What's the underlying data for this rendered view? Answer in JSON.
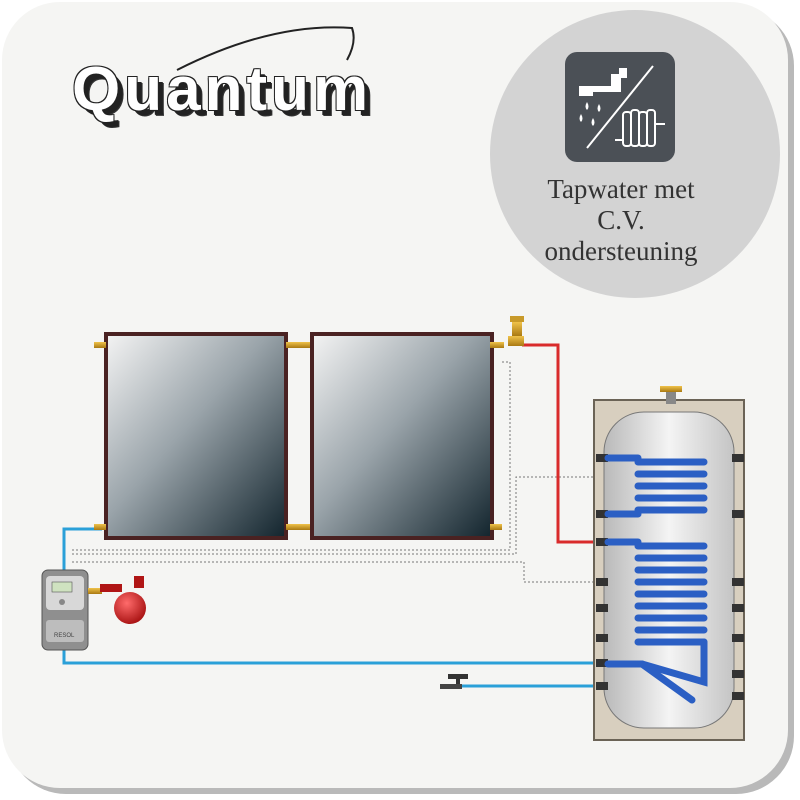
{
  "brand": {
    "name": "Quantum"
  },
  "badge": {
    "icons": [
      "shower-tap-icon",
      "radiator-icon"
    ],
    "lines": [
      "Tapwater met",
      "C.V.",
      "ondersteuning"
    ]
  },
  "equipment": {
    "collectors": 2,
    "pump_station_label": "RESOL"
  },
  "colors": {
    "flow_pipe": "#d92b2b",
    "return_pipe": "#2aa0d8",
    "coil": "#2b5fc4",
    "tank_insulation": "#d8cfbf",
    "expansion_vessel": "#d21f1f",
    "badge_bg": "#d3d3d3",
    "badge_icon_bg": "#4b5056"
  }
}
